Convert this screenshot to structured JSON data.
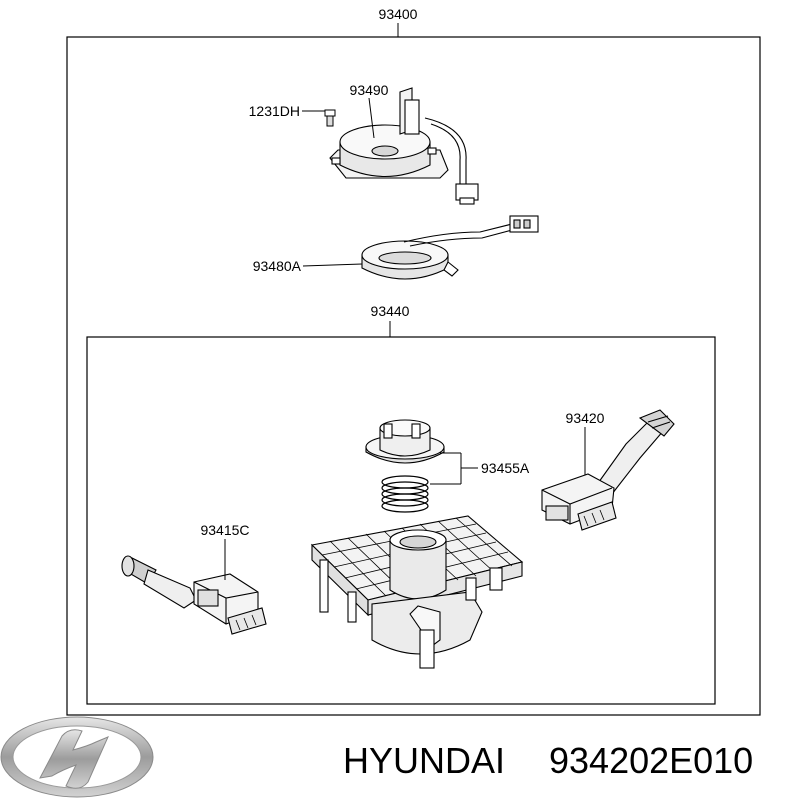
{
  "diagram": {
    "assembly_label": "93400",
    "subassembly_label": "93440",
    "parts": {
      "screw": "1231DH",
      "clock_spring": "93490",
      "sensor": "93480A",
      "spring_cap": "93455A",
      "right_switch": "93420",
      "left_switch": "93415C"
    }
  },
  "footer": {
    "brand": "HYUNDAI",
    "part_number": "934202E010"
  },
  "colors": {
    "line": "#000000",
    "background": "#ffffff",
    "logo_silver": "#a7a7a7"
  },
  "icons": {
    "brand_logo": "hyundai-logo-icon"
  }
}
